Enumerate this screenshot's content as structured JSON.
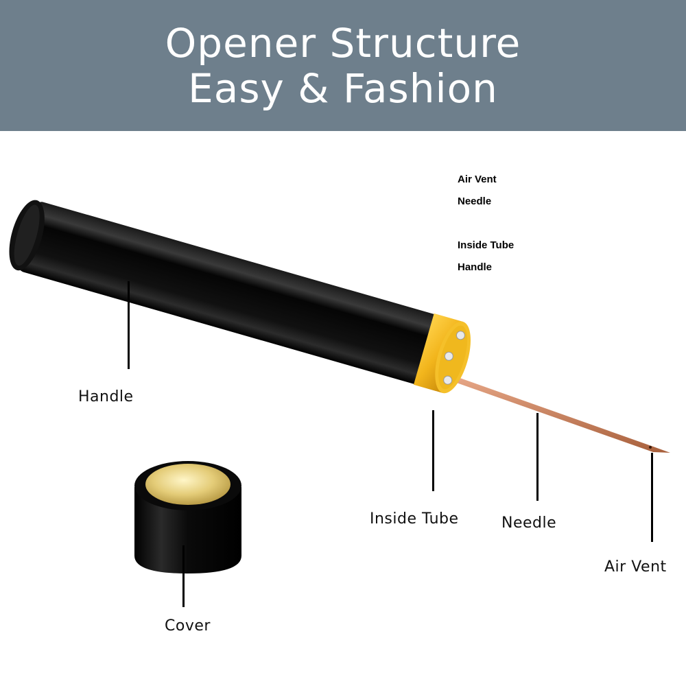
{
  "header": {
    "title_line1": "Opener Structure",
    "title_line2": "Easy & Fashion",
    "background": "#6e7f8c"
  },
  "legend": {
    "items": [
      "Air Vent",
      "Needle",
      "Inside Tube",
      "Handle"
    ]
  },
  "callouts": {
    "handle": "Handle",
    "inside_tube": "Inside Tube",
    "needle": "Needle",
    "air_vent": "Air Vent",
    "cover": "Cover"
  },
  "colors": {
    "handle_body": "#050505",
    "inside_tube_gold": "#f2b51c",
    "needle_copper": "#c97e58",
    "cover_cap": "#d8c070"
  }
}
